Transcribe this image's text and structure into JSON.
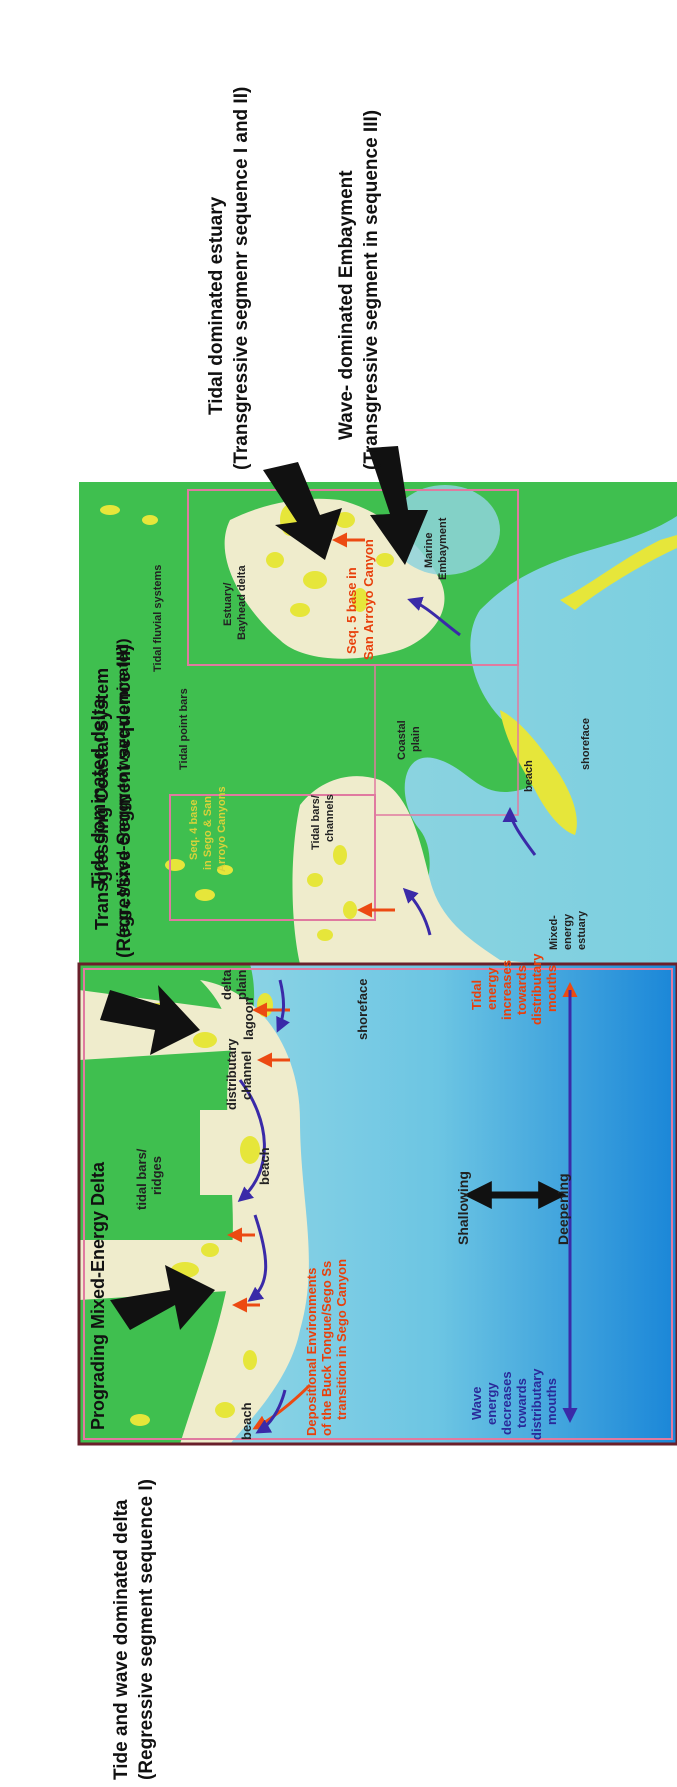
{
  "outer_labels": {
    "tide_dominated_delta": "Tide dominated delta",
    "tide_dominated_delta_sub": "(Regressive Segment sequence III)",
    "tidal_estuary": "Tidal dominated estuary",
    "tidal_estuary_sub": "(Transgressive segmenr sequence I and II)",
    "wave_embayment": "Wave- dominated Embayment",
    "wave_embayment_sub": "(Transgressive segment in sequence III)",
    "tide_wave_delta": "Tide and wave dominated delta",
    "tide_wave_delta_sub": "(Regressive segment sequence I)"
  },
  "upper_panel": {
    "title": "Transgressing Coastal System",
    "subtitle": "(e.g., Mixed-energy to wave-dominated)",
    "labels": {
      "tidal_fluvial": "Tidal fluvial systems",
      "tidal_point_bars": "Tidal point bars",
      "estuary_bayhead_1": "Estuary/",
      "estuary_bayhead_2": "Bayhead delta",
      "marine_1": "Marine",
      "marine_2": "Embayment",
      "seq5_1": "Seq. 5 base in",
      "seq5_2": "San Arroyo Canyon",
      "seq4_1": "Seq. 4 base",
      "seq4_2": "in Sego & San",
      "seq4_3": "Arroyo Canyons",
      "tidal_bars_1": "Tidal bars/",
      "tidal_bars_2": "channels",
      "coastal_1": "Coastal",
      "coastal_2": "plain",
      "beach": "beach",
      "shoreface": "shoreface",
      "mixed_1": "Mixed-",
      "mixed_2": "energy",
      "mixed_3": "estuary"
    }
  },
  "lower_panel": {
    "title": "Prograding Mixed-Energy Delta",
    "labels": {
      "delta_plain_1": "delta",
      "delta_plain_2": "plain",
      "lagoon": "lagoon",
      "shoreface": "shoreface",
      "distributary_channel_1": "distributary",
      "distributary_channel_2": "channel",
      "tidal_bars_1": "tidal bars/",
      "tidal_bars_2": "ridges",
      "beach_mid": "beach",
      "beach_low": "beach",
      "depositional_1": "Depositional Environments",
      "depositional_2": "of the Buck Tongue/Sego Ss",
      "depositional_3": "transition in Sego Canyon",
      "shallowing": "Shallowing",
      "deepening": "Deepening",
      "tidal_energy_1": "Tidal",
      "tidal_energy_2": "energy",
      "tidal_energy_3": "increases",
      "tidal_energy_4": "towards",
      "tidal_energy_5": "distributary",
      "tidal_energy_6": "mouths",
      "wave_energy_1": "Wave",
      "wave_energy_2": "energy",
      "wave_energy_3": "decreases",
      "wave_energy_4": "towards",
      "wave_energy_5": "distributary",
      "wave_energy_6": "mouths"
    }
  },
  "colors": {
    "land": "#3fbf4f",
    "water": "#8fd3dc",
    "deep_water": "#2a8fd6",
    "sand": "#efeccc",
    "bar": "#e6e63a",
    "arrow_red": "#ec4a12",
    "arrow_blue": "#3a2aa8",
    "frame_pink": "#e07aa0",
    "frame_dark": "#6a1f2a"
  }
}
